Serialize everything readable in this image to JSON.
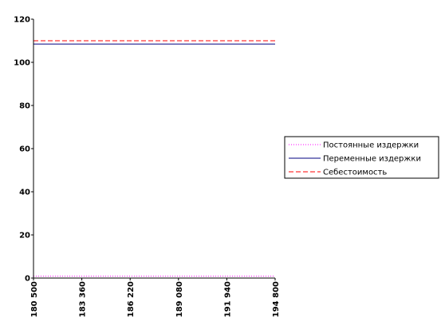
{
  "chart_data": {
    "type": "line",
    "x": [
      180500,
      183360,
      186220,
      189080,
      191940,
      194800
    ],
    "x_tick_labels": [
      "180 500",
      "183 360",
      "186 220",
      "189 080",
      "191 940",
      "194 800"
    ],
    "xlim": [
      180500,
      194800
    ],
    "ylim": [
      0,
      120
    ],
    "y_ticks": [
      0,
      20,
      40,
      60,
      80,
      100,
      120
    ],
    "y_tick_labels": [
      "0",
      "20",
      "40",
      "60",
      "80",
      "100",
      "120"
    ],
    "series": [
      {
        "name": "Постоянные издержки",
        "values": [
          0.9,
          0.9,
          0.9,
          0.9,
          0.9,
          0.9
        ],
        "color": "#ff00ff",
        "style": "dotted"
      },
      {
        "name": "Переменные издержки",
        "values": [
          108.5,
          108.5,
          108.5,
          108.5,
          108.5,
          108.5
        ],
        "color": "#000080",
        "style": "solid"
      },
      {
        "name": "Себестоимость",
        "values": [
          110,
          110,
          110,
          110,
          110,
          110
        ],
        "color": "#ff0000",
        "style": "dashed"
      }
    ],
    "grid": false,
    "legend_position": "right"
  }
}
